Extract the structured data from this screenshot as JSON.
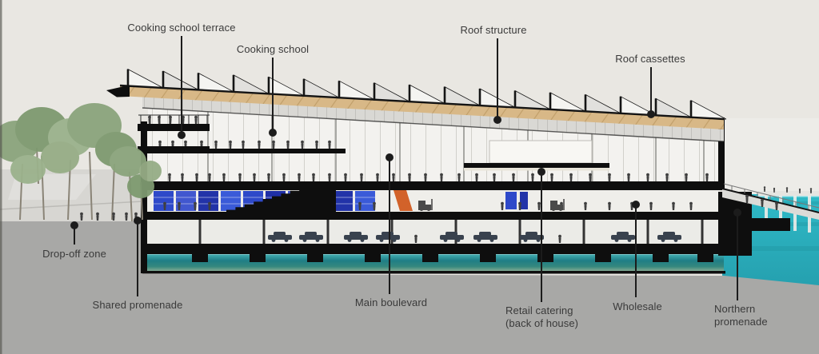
{
  "diagram": {
    "type": "architectural-cross-section",
    "subject": "waterfront market hall building section with annotated program elements"
  },
  "annotations": [
    {
      "id": "cooking-school-terrace",
      "lines": [
        "Cooking school terrace"
      ]
    },
    {
      "id": "cooking-school",
      "lines": [
        "Cooking school"
      ]
    },
    {
      "id": "roof-structure",
      "lines": [
        "Roof structure"
      ]
    },
    {
      "id": "roof-cassettes",
      "lines": [
        "Roof cassettes"
      ]
    },
    {
      "id": "drop-off-zone",
      "lines": [
        "Drop-off zone"
      ]
    },
    {
      "id": "shared-promenade",
      "lines": [
        "Shared promenade"
      ]
    },
    {
      "id": "main-boulevard",
      "lines": [
        "Main boulevard"
      ]
    },
    {
      "id": "retail-catering",
      "lines": [
        "Retail catering",
        "(back of house)"
      ]
    },
    {
      "id": "wholesale",
      "lines": [
        "Wholesale"
      ]
    },
    {
      "id": "northern-promenade",
      "lines": [
        "Northern",
        "promenade"
      ]
    }
  ],
  "colors": {
    "sky": "#e9e7e2",
    "ground": "#a8a8a6",
    "plaza": "#d7d6d2",
    "label": "#3a3a3a",
    "line": "#1c1c1c",
    "ink": "#0e0e0e",
    "wood": "#d8b887",
    "glass": "#f3f2ef",
    "water_open": "#2cb4c1",
    "water_deep": "#1f7e86",
    "stall_blue": "#2e49c9",
    "tree": "#8ba47c",
    "accent": "#d2622a"
  }
}
